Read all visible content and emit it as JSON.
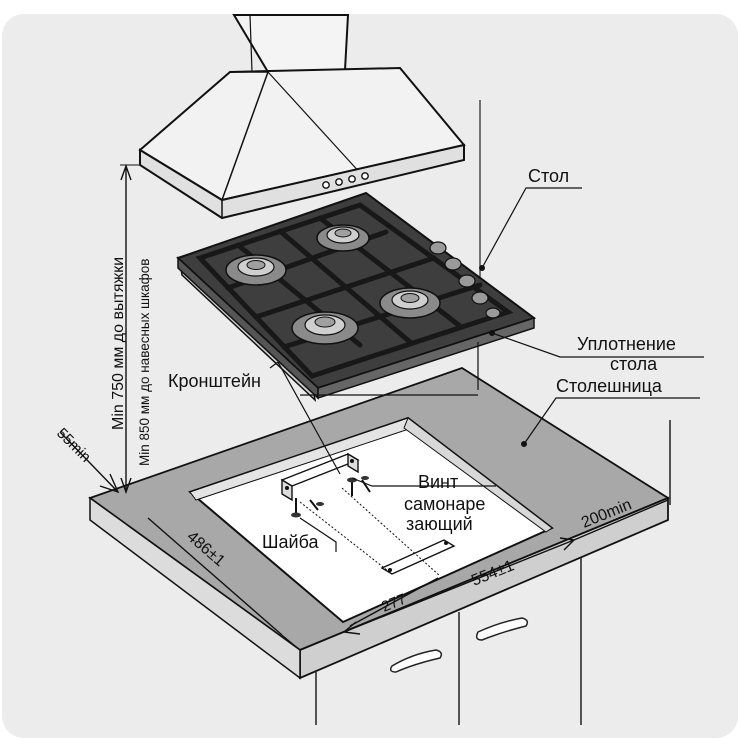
{
  "labels": {
    "stol": "Стол",
    "uplotnenie_line1": "Уплотнение",
    "uplotnenie_line2": "стола",
    "stoleshnitsa": "Столешница",
    "kronshtein": "Кронштейн",
    "vint_line1": "Винт",
    "vint_line2": "самонаре",
    "vint_line3": "зающий",
    "shaiba": "Шайба"
  },
  "dimensions": {
    "min_750": "Min 750 мм до вытяжки",
    "min_850": "Min 850 мм до навесных шкафов",
    "min_55": "55min",
    "d486": "486±1",
    "d554": "554±1",
    "d277": "277",
    "min_200": "200min"
  }
}
